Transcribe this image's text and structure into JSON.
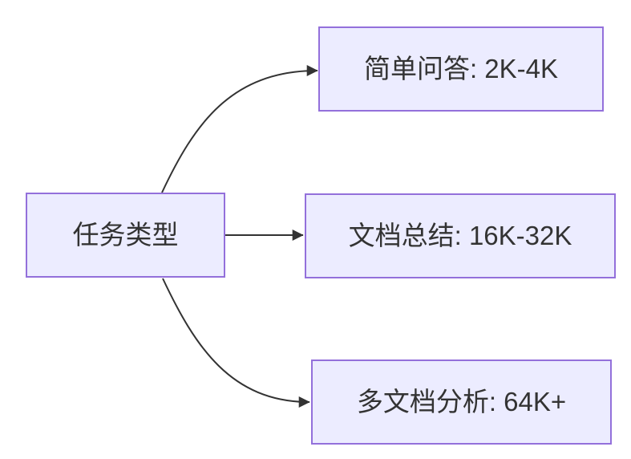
{
  "diagram": {
    "type": "flowchart-left-to-right",
    "root_node": {
      "label": "任务类型"
    },
    "branches": [
      {
        "label": "简单问答: 2K-4K"
      },
      {
        "label": "文档总结: 16K-32K"
      },
      {
        "label": "多文档分析: 64K+"
      }
    ],
    "edges": [
      {
        "from": "任务类型",
        "to": "简单问答: 2K-4K"
      },
      {
        "from": "任务类型",
        "to": "文档总结: 16K-32K"
      },
      {
        "from": "任务类型",
        "to": "多文档分析: 64K+"
      }
    ],
    "colors": {
      "node_fill": "#ECECFF",
      "node_border": "#9370DB",
      "edge": "#333333",
      "text": "#333333",
      "background": "#FFFFFF"
    }
  }
}
